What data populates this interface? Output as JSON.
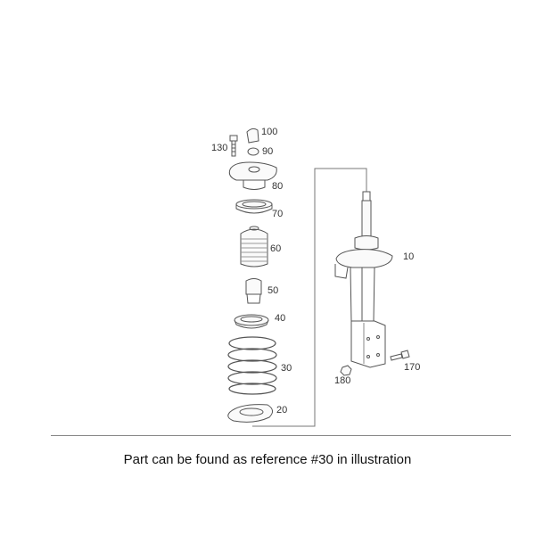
{
  "diagram": {
    "labels": {
      "p100": "100",
      "p130": "130",
      "p90": "90",
      "p80": "80",
      "p70": "70",
      "p60": "60",
      "p50": "50",
      "p40": "40",
      "p30": "30",
      "p20": "20",
      "p10": "10",
      "p170": "170",
      "p180": "180"
    },
    "caption": "Part can be found as reference #30 in illustration",
    "line_color": "#555555"
  }
}
